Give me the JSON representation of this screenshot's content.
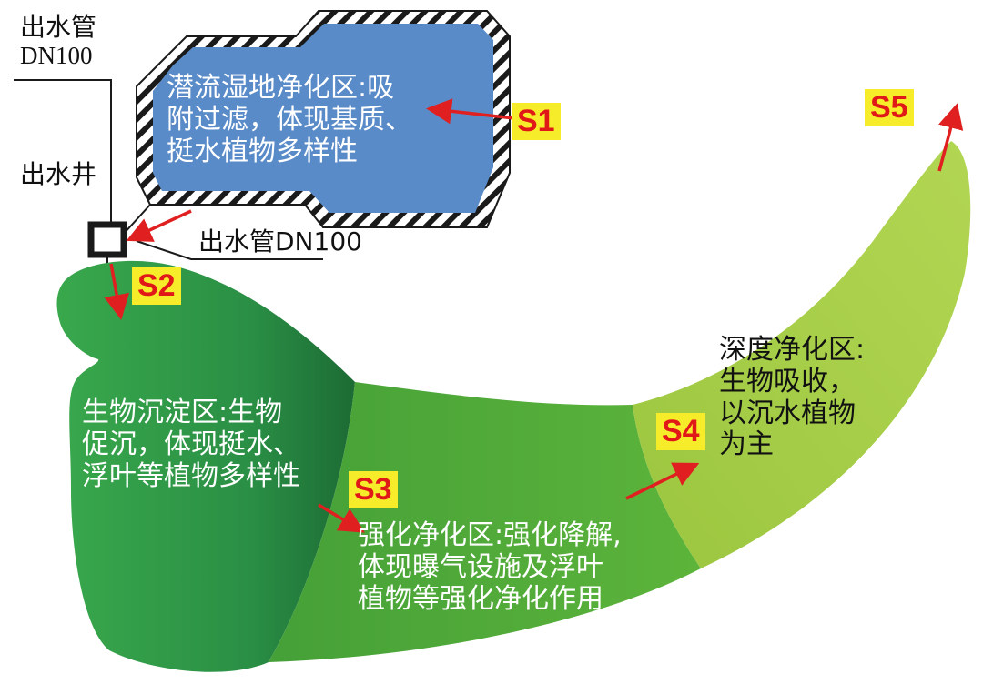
{
  "pipes": {
    "outlet_pipe_left_line1": "出水管",
    "outlet_pipe_left_line2": "DN100",
    "outlet_well": "出水井",
    "outlet_pipe_right": "出水管DN100"
  },
  "stations": [
    "S1",
    "S2",
    "S3",
    "S4",
    "S5"
  ],
  "zones": {
    "subsurface": [
      "潜流湿地净化区:吸",
      "附过滤，体现基质、",
      "挺水植物多样性"
    ],
    "sedimentation": [
      "生物沉淀区:生物",
      "促沉，体现挺水、",
      "浮叶等植物多样性"
    ],
    "enhanced": [
      "强化净化区:强化降解,",
      "体现曝气设施及浮叶",
      "植物等强化净化作用"
    ],
    "deep": [
      "深度净化区:",
      "生物吸收，",
      "以沉水植物",
      "为主"
    ]
  },
  "colors": {
    "subsurface_fill": "#5a8bc9",
    "sedimentation_fill": "#2f9447",
    "enhanced_fill": "#4aa83a",
    "deep_fill": "#a6cc48",
    "arrow": "#e02020",
    "badge_bg": "#f6ec2a"
  }
}
